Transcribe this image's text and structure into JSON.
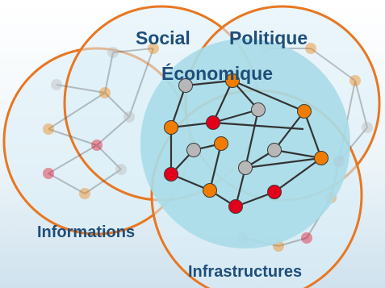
{
  "labels": {
    "social": "Social",
    "politique": "Politique",
    "economique": "Économique",
    "informations": "Informations",
    "infrastructures": "Infrastructures"
  },
  "colors": {
    "circle_outline": "#e87722",
    "circle_fill": "#d6e9f3",
    "center_fill": "#a9dbe8",
    "text": "#1f4e79",
    "node_red": "#e3001b",
    "node_orange": "#f07d00",
    "node_grey": "#b7b7b7",
    "edge": "#333333"
  }
}
